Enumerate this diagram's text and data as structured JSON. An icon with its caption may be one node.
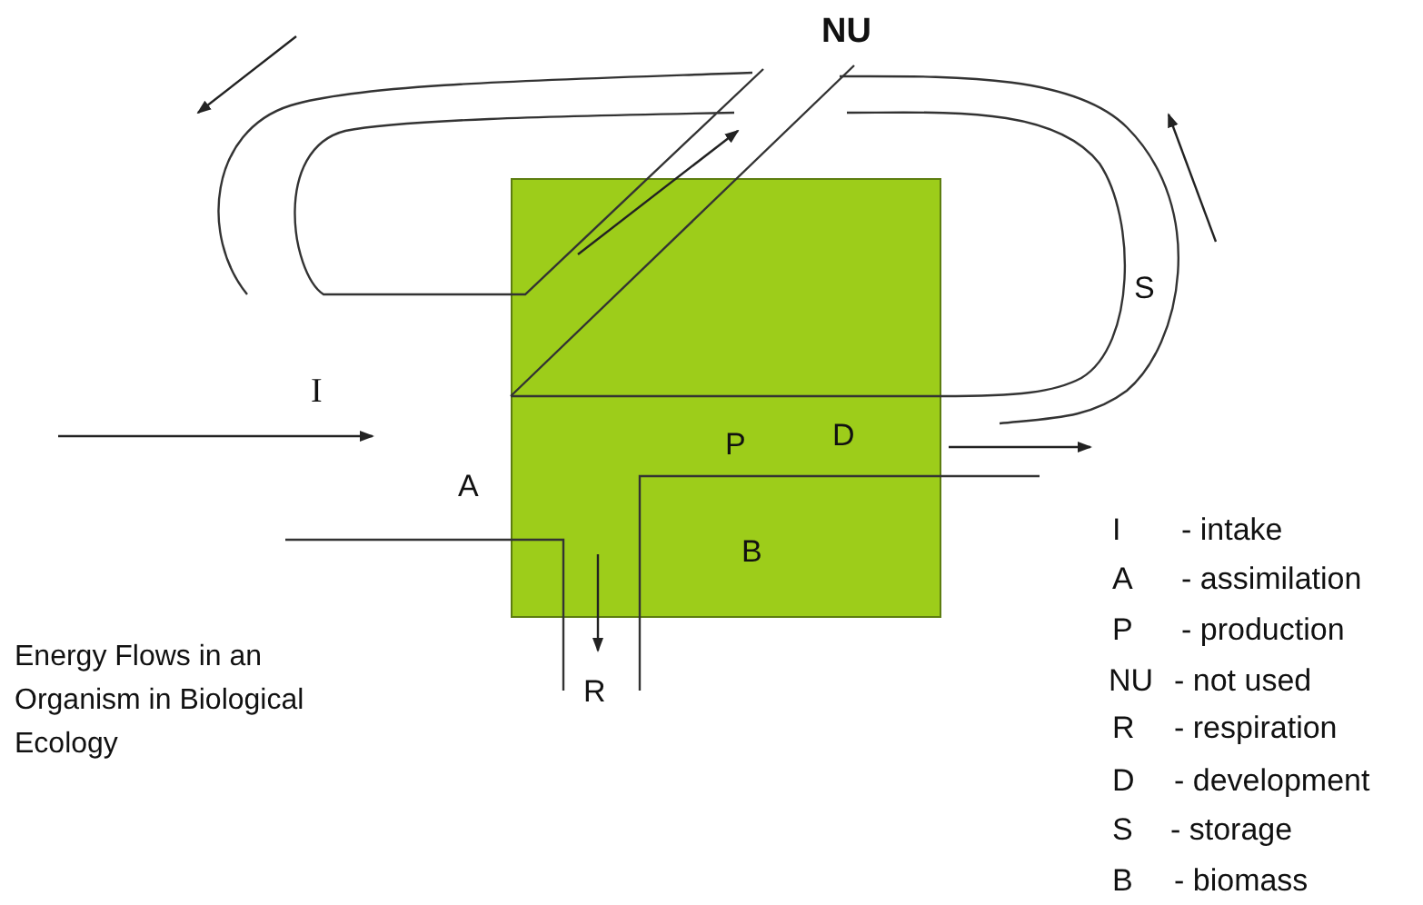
{
  "diagram": {
    "caption": "Energy Flows in an Organism in Biological Ecology",
    "nodes": [
      {
        "text": [],
        "shape": "box"
      }
    ],
    "labels": [
      "NU",
      "S",
      "I",
      "P",
      "D",
      "A",
      "B",
      "R",
      "I",
      "- intake",
      "A",
      "- assimilation",
      "P",
      "- production",
      "NU",
      "- not used",
      "R",
      "- respiration",
      "D",
      "- development",
      "S",
      "- storage",
      "B",
      "- biomass"
    ]
  }
}
